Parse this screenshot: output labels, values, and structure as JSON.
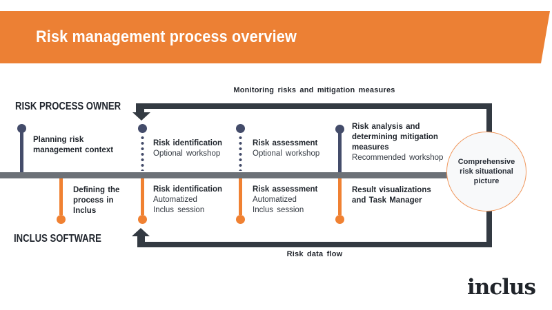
{
  "header": {
    "title": "Risk management process overview"
  },
  "lanes": {
    "top_label": "RISK PROCESS OWNER",
    "bottom_label": "INCLUS SOFTWARE"
  },
  "loops": {
    "top_caption": "Monitoring risks and mitigation measures",
    "bottom_caption": "Risk data flow"
  },
  "milestones_top": [
    {
      "title": "Planning risk\nmanagement context",
      "subtitle": "",
      "connector": "solid"
    },
    {
      "title": "Risk identification",
      "subtitle": "Optional workshop",
      "connector": "dotted"
    },
    {
      "title": "Risk assessment",
      "subtitle": "Optional workshop",
      "connector": "dotted"
    },
    {
      "title": "Risk analysis and\ndetermining mitigation\nmeasures",
      "subtitle": "Recommended workshop",
      "connector": "solid"
    }
  ],
  "milestones_bottom": [
    {
      "title": "Defining the\nprocess in\nInclus",
      "subtitle": ""
    },
    {
      "title": "Risk identification",
      "subtitle": "Automatized\nInclus session"
    },
    {
      "title": "Risk assessment",
      "subtitle": "Automatized\nInclus session"
    },
    {
      "title": "Result visualizations\nand Task Manager",
      "subtitle": ""
    }
  ],
  "result_circle": {
    "label": "Comprehensive\nrisk situational\npicture"
  },
  "logo": {
    "text": "inclus"
  },
  "colors": {
    "banner_orange": "#ec8034",
    "line_orange": "#f08132",
    "navy": "#444c6a",
    "loop_charcoal": "#333a42",
    "timeline_gray": "#6c7177"
  }
}
